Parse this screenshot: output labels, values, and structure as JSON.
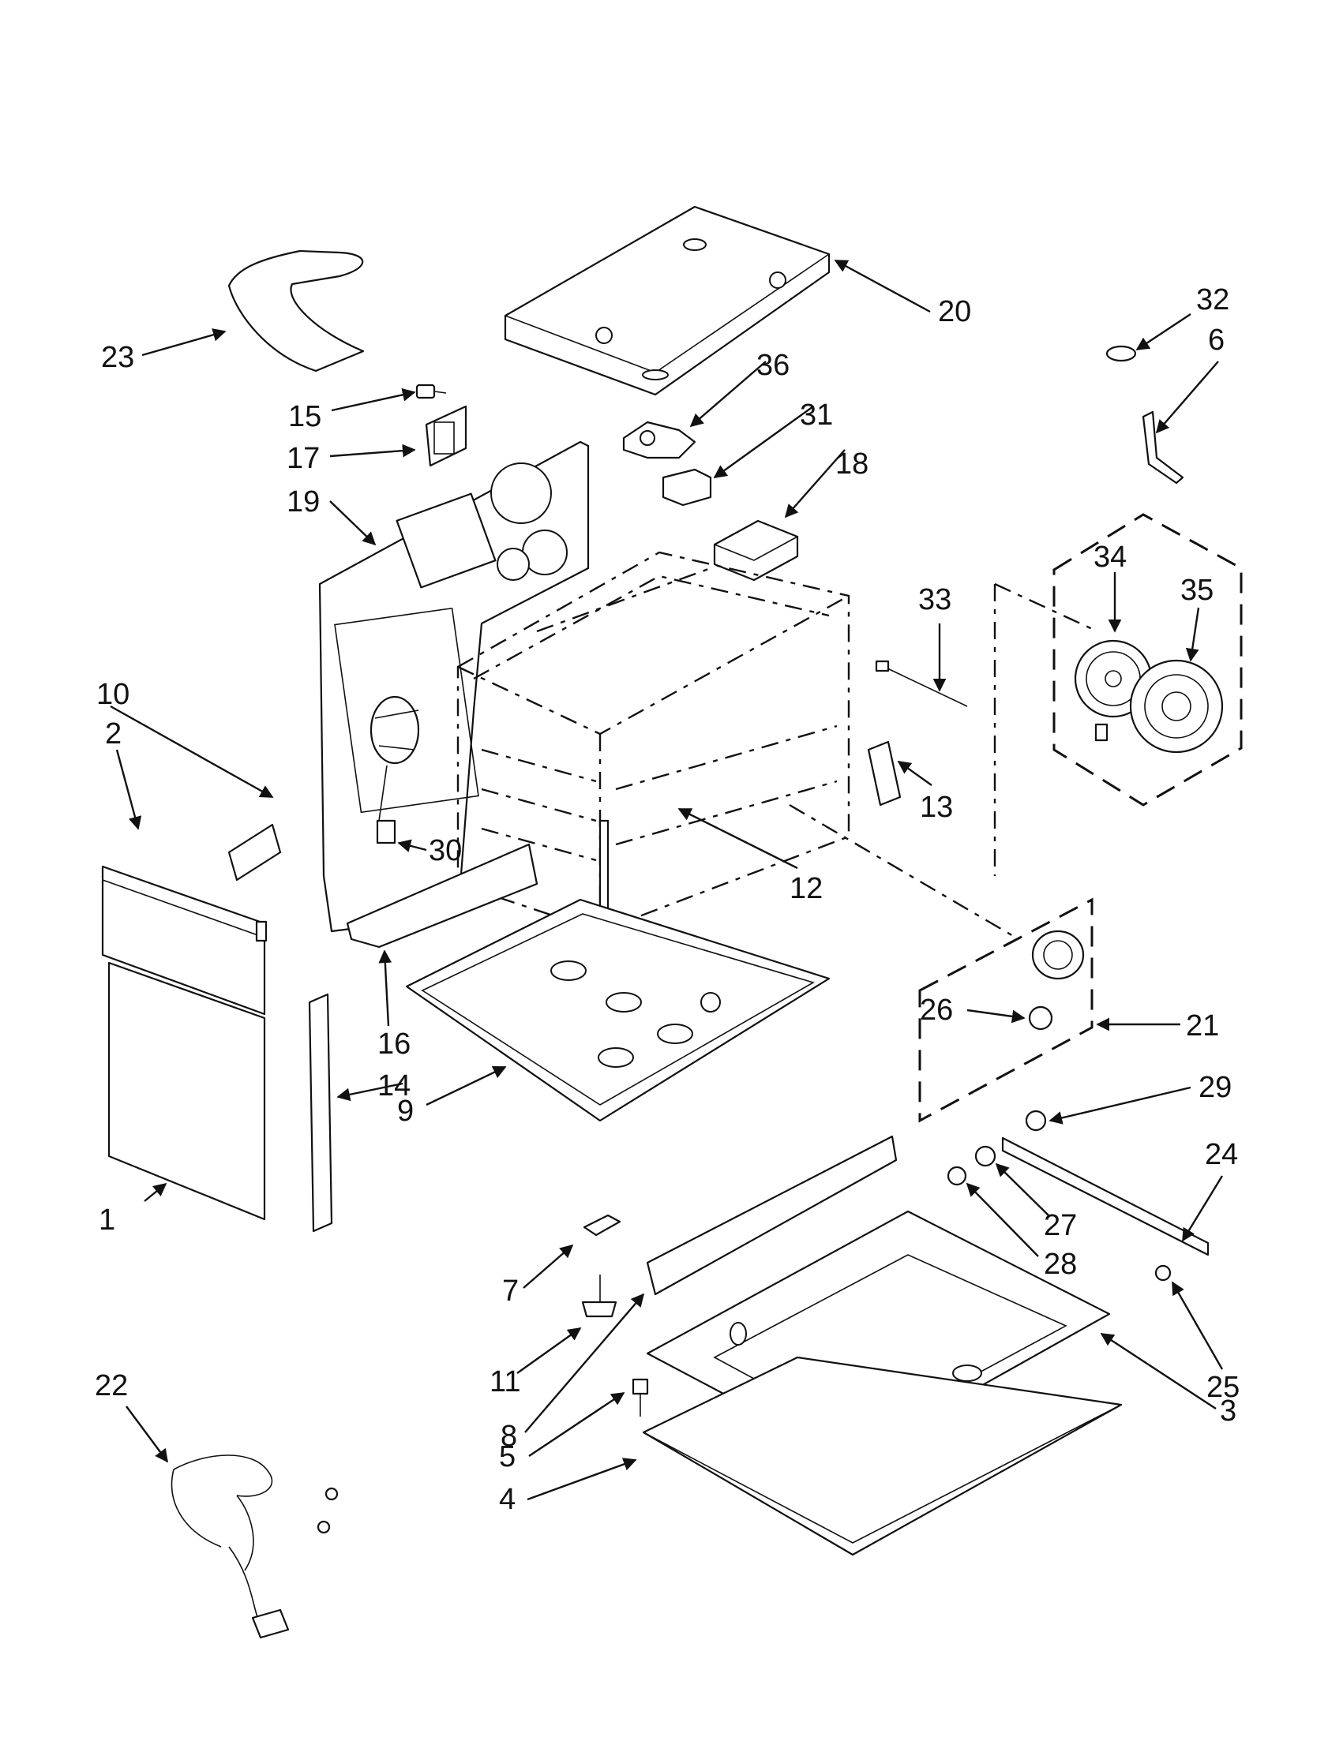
{
  "diagram": {
    "colors": {
      "line": "#111111",
      "background": "#ffffff"
    },
    "callouts": [
      {
        "id": "c1",
        "label": "1"
      },
      {
        "id": "c2",
        "label": "2"
      },
      {
        "id": "c3",
        "label": "3"
      },
      {
        "id": "c4",
        "label": "4"
      },
      {
        "id": "c5",
        "label": "5"
      },
      {
        "id": "c6",
        "label": "6"
      },
      {
        "id": "c7",
        "label": "7"
      },
      {
        "id": "c8",
        "label": "8"
      },
      {
        "id": "c9",
        "label": "9"
      },
      {
        "id": "c10",
        "label": "10"
      },
      {
        "id": "c11",
        "label": "11"
      },
      {
        "id": "c12",
        "label": "12"
      },
      {
        "id": "c13",
        "label": "13"
      },
      {
        "id": "c14",
        "label": "14"
      },
      {
        "id": "c15",
        "label": "15"
      },
      {
        "id": "c16",
        "label": "16"
      },
      {
        "id": "c17",
        "label": "17"
      },
      {
        "id": "c18",
        "label": "18"
      },
      {
        "id": "c19",
        "label": "19"
      },
      {
        "id": "c20",
        "label": "20"
      },
      {
        "id": "c21",
        "label": "21"
      },
      {
        "id": "c22",
        "label": "22"
      },
      {
        "id": "c23",
        "label": "23"
      },
      {
        "id": "c24",
        "label": "24"
      },
      {
        "id": "c25",
        "label": "25"
      },
      {
        "id": "c26",
        "label": "26"
      },
      {
        "id": "c27",
        "label": "27"
      },
      {
        "id": "c28",
        "label": "28"
      },
      {
        "id": "c29",
        "label": "29"
      },
      {
        "id": "c30",
        "label": "30"
      },
      {
        "id": "c31",
        "label": "31"
      },
      {
        "id": "c32",
        "label": "32"
      },
      {
        "id": "c33",
        "label": "33"
      },
      {
        "id": "c34",
        "label": "34"
      },
      {
        "id": "c35",
        "label": "35"
      },
      {
        "id": "c36",
        "label": "36"
      }
    ]
  }
}
